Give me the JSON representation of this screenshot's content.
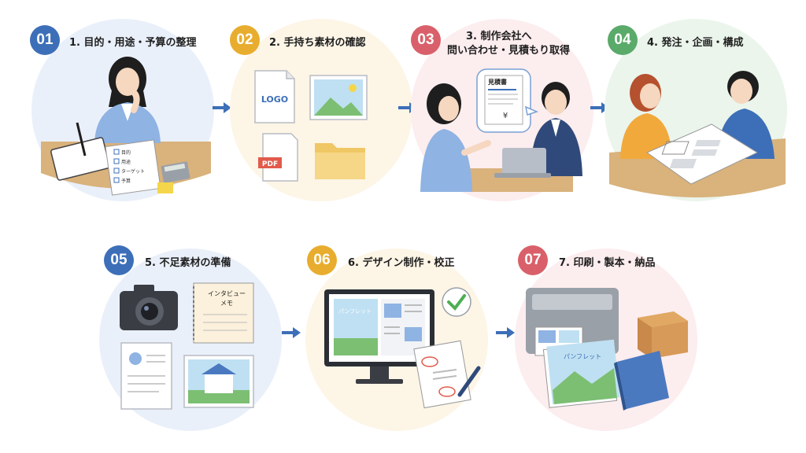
{
  "steps": [
    {
      "num": "01",
      "label": "1. 目的・用途・予算の整理",
      "badge_color": "#3d6fb8",
      "circle_color": "#eaf0fa",
      "checklist": [
        "目的",
        "用途",
        "ターゲット",
        "予算"
      ]
    },
    {
      "num": "02",
      "label": "2. 手持ち素材の確認",
      "badge_color": "#e8ad2e",
      "circle_color": "#fdf5e6",
      "logo_text": "LOGO",
      "pdf_text": "PDF"
    },
    {
      "num": "03",
      "label_line1": "3. 制作会社へ",
      "label_line2": "問い合わせ・見積もり取得",
      "badge_color": "#d9606a",
      "circle_color": "#fcedef",
      "estimate_title": "見積書",
      "yen": "¥"
    },
    {
      "num": "04",
      "label": "4. 発注・企画・構成",
      "badge_color": "#5aaa6a",
      "circle_color": "#ebf5ec"
    },
    {
      "num": "05",
      "label": "5. 不足素材の準備",
      "badge_color": "#3d6fb8",
      "circle_color": "#eaf0fa",
      "memo_line1": "インタビュー",
      "memo_line2": "メモ"
    },
    {
      "num": "06",
      "label": "6. デザイン制作・校正",
      "badge_color": "#e8ad2e",
      "circle_color": "#fdf5e6",
      "screen_text": "パンフレット"
    },
    {
      "num": "07",
      "label": "7. 印刷・製本・納品",
      "badge_color": "#d9606a",
      "circle_color": "#fcedef",
      "book_text": "パンフレット"
    }
  ],
  "arrow_color": "#3d6fb8"
}
